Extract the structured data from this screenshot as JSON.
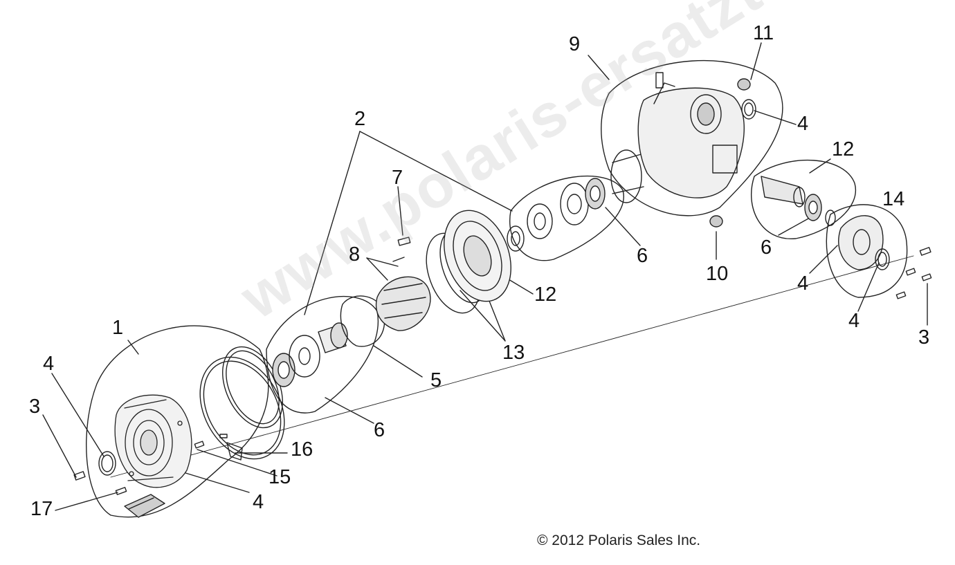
{
  "diagram": {
    "callouts": [
      {
        "id": "c1",
        "text": "1"
      },
      {
        "id": "c2",
        "text": "2"
      },
      {
        "id": "c3a",
        "text": "3"
      },
      {
        "id": "c3b",
        "text": "3"
      },
      {
        "id": "c4a",
        "text": "4"
      },
      {
        "id": "c4b",
        "text": "4"
      },
      {
        "id": "c4c",
        "text": "4"
      },
      {
        "id": "c4d",
        "text": "4"
      },
      {
        "id": "c4e",
        "text": "4"
      },
      {
        "id": "c5",
        "text": "5"
      },
      {
        "id": "c6a",
        "text": "6"
      },
      {
        "id": "c6b",
        "text": "6"
      },
      {
        "id": "c6c",
        "text": "6"
      },
      {
        "id": "c7",
        "text": "7"
      },
      {
        "id": "c8",
        "text": "8"
      },
      {
        "id": "c9",
        "text": "9"
      },
      {
        "id": "c10",
        "text": "10"
      },
      {
        "id": "c11",
        "text": "11"
      },
      {
        "id": "c12a",
        "text": "12"
      },
      {
        "id": "c12b",
        "text": "12"
      },
      {
        "id": "c13",
        "text": "13"
      },
      {
        "id": "c14",
        "text": "14"
      },
      {
        "id": "c15",
        "text": "15"
      },
      {
        "id": "c16",
        "text": "16"
      },
      {
        "id": "c17",
        "text": "17"
      }
    ],
    "copyright": "© 2012 Polaris Sales Inc.",
    "watermark": "www.polaris-ersatzteile.de"
  },
  "colors": {
    "line": "#222222",
    "background": "#ffffff",
    "watermark": "#aaaaaa"
  }
}
